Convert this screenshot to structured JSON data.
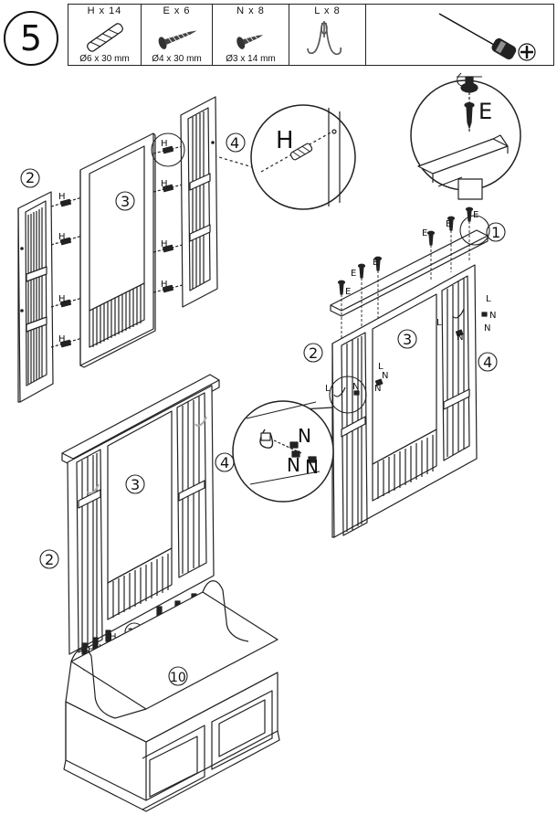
{
  "step": {
    "number": "5"
  },
  "parts": [
    {
      "qty": "H x 14",
      "dim": "Ø6 x 30 mm",
      "icon": "dowel-icon"
    },
    {
      "qty": "E x 6",
      "dim": "Ø4 x 30 mm",
      "icon": "wood-screw-icon"
    },
    {
      "qty": "N x 8",
      "dim": "Ø3 x 14 mm",
      "icon": "short-screw-icon"
    },
    {
      "qty": "L x 8",
      "dim": "",
      "icon": "coat-hook-icon"
    }
  ],
  "tool": {
    "icon": "phillips-screwdriver-icon"
  },
  "labels": {
    "part_2": "2",
    "part_3": "3",
    "part_4": "4",
    "part_1": "1",
    "part_10": "10",
    "part_15": "15",
    "H": "H",
    "E": "E",
    "N": "N",
    "L": "L"
  }
}
